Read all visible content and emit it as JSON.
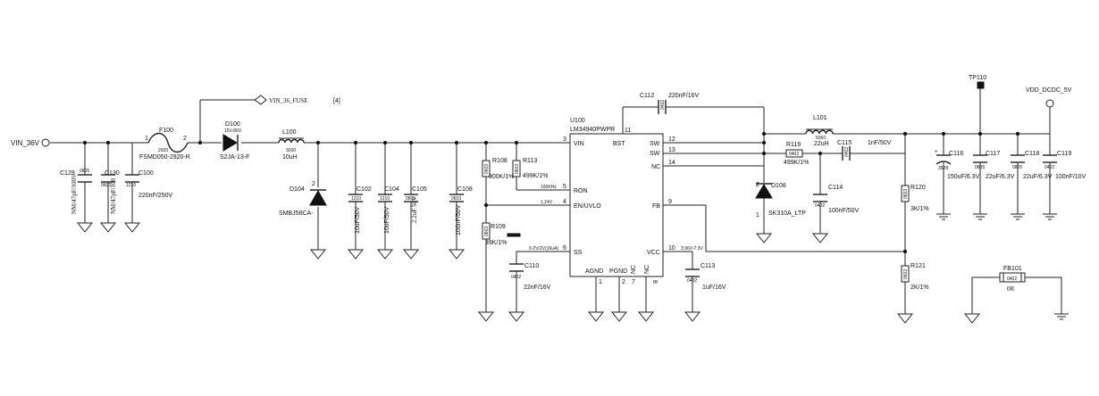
{
  "colors": {
    "wire": "#222222",
    "background": "#ffffff"
  },
  "vin": {
    "label": "VIN_36V"
  },
  "vin_fuse": {
    "label": "VIN_36_FUSE",
    "ref": "[4]"
  },
  "vdd": {
    "label": "VDD_DCDC_5V"
  },
  "tp110": {
    "ref": "TP110"
  },
  "f100": {
    "ref": "F100",
    "pin1": "1",
    "pin2": "2",
    "size": "2920",
    "part": "FSMD050-2920-R"
  },
  "d100": {
    "ref": "D100",
    "rating": "15V-80V",
    "part": "S2JA-13-F"
  },
  "l100": {
    "ref": "L100",
    "size": "3030",
    "value": "10uH"
  },
  "d104": {
    "ref": "D104",
    "pin2": "2",
    "part": "SMBJ58CA-"
  },
  "d108": {
    "ref": "D108",
    "pin2": "2",
    "pin1": "1",
    "part": "SK310A_LTP"
  },
  "caps": {
    "c129": {
      "ref": "C129",
      "size": "0805",
      "value": "NM/47pF/100V"
    },
    "c130": {
      "ref": "C130",
      "size": "0603",
      "value": "NM/47pF/100"
    },
    "c100": {
      "ref": "C100",
      "size": "1210",
      "value": "220nF/250V"
    },
    "c102": {
      "ref": "C102",
      "size": "1210",
      "value": "10uF/50V"
    },
    "c104": {
      "ref": "C104",
      "size": "1210",
      "value": "10uF/50V"
    },
    "c105": {
      "ref": "C105",
      "size": "0805",
      "value": "2.2uF 50V"
    },
    "c108": {
      "ref": "C108",
      "size": "0603",
      "value": "100nF/50V"
    },
    "c110": {
      "ref": "C110",
      "size": "0402",
      "value": "22nF/16V"
    },
    "c112": {
      "ref": "C112",
      "size": "0402",
      "value": "220nF/16V"
    },
    "c113": {
      "ref": "C113",
      "size": "0402",
      "value": "1uF/16V"
    },
    "c114": {
      "ref": "C114",
      "size": "0402",
      "value": "100nF/50V"
    },
    "c115": {
      "ref": "C115",
      "size": "0402",
      "value": "1nF/50V"
    },
    "c116": {
      "ref": "C116",
      "size": "3528",
      "value": "150uF/6.3V"
    },
    "c117": {
      "ref": "C117",
      "size": "0805",
      "value": "22uF/6.3V"
    },
    "c118": {
      "ref": "C118",
      "size": "0805",
      "value": "22uF/6.3V"
    },
    "c119": {
      "ref": "C119",
      "size": "0402",
      "value": "100nF/10V"
    }
  },
  "res": {
    "r108": {
      "ref": "R108",
      "size": "0603",
      "value": "300K/1%"
    },
    "r113": {
      "ref": "R113",
      "size": "0603",
      "value": "499K/1%"
    },
    "r109": {
      "ref": "R109",
      "size": "0603",
      "value": "39K/1%"
    },
    "r119": {
      "ref": "R119",
      "size": "0402",
      "value": "499K/1%"
    },
    "r120": {
      "ref": "R120",
      "size": "0603",
      "value": "3K/1%"
    },
    "r121": {
      "ref": "R121",
      "size": "0603",
      "value": "2K/1%"
    }
  },
  "l101": {
    "ref": "L101",
    "size": "6060",
    "value": "22uH"
  },
  "fb101": {
    "ref": "FB101",
    "size": "0402",
    "value": "0R"
  },
  "u100": {
    "ref": "U100",
    "part": "LM34940PWPR",
    "pins": {
      "vin_num": "3",
      "vin_name": "VIN",
      "bst_num": "11",
      "bst_name": "BST",
      "sw1_num": "12",
      "sw1_name": "SW",
      "sw2_num": "13",
      "sw2_name": "SW",
      "nc_num": "14",
      "nc_name": "NC",
      "ron_num": "5",
      "ron_name": "RON",
      "en_num": "4",
      "en_name": "EN/UVLO",
      "fb_num": "9",
      "fb_name": "FB",
      "ss_num": "6",
      "ss_name": "SS",
      "vcc_num": "10",
      "vcc_name": "VCC",
      "agnd_num": "1",
      "agnd_name": "AGND",
      "pgnd_num": "2",
      "pgnd_name": "PGND",
      "nc7_num": "7",
      "nc7_name": "NC",
      "nc8_num": "8",
      "nc8_name": "NC"
    }
  },
  "notes": {
    "ron_freq": "100KHz",
    "uvlo": "1.24V",
    "ss": "0-2V/2V(10uA)",
    "vcc": "3.96V-7.3V"
  }
}
